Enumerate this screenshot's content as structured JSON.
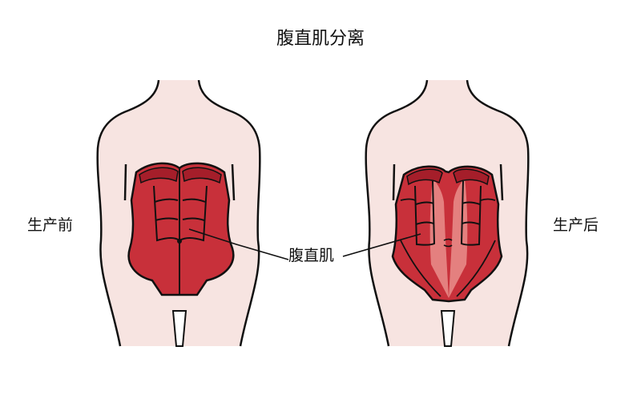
{
  "title": "腹直肌分离",
  "labels": {
    "before": "生产前",
    "after": "生产后",
    "muscle": "腹直肌"
  },
  "figures": [
    {
      "id": "before",
      "caption": "生产前",
      "state": "intact rectus abdominis"
    },
    {
      "id": "after",
      "caption": "生产后",
      "state": "separated rectus abdominis (diastasis recti)"
    }
  ],
  "colors": {
    "skin": "#f7e4e1",
    "outline": "#111111",
    "muscle": "#c8303a",
    "muscle_dark": "#a51e2a",
    "linea": "#e4807f"
  }
}
